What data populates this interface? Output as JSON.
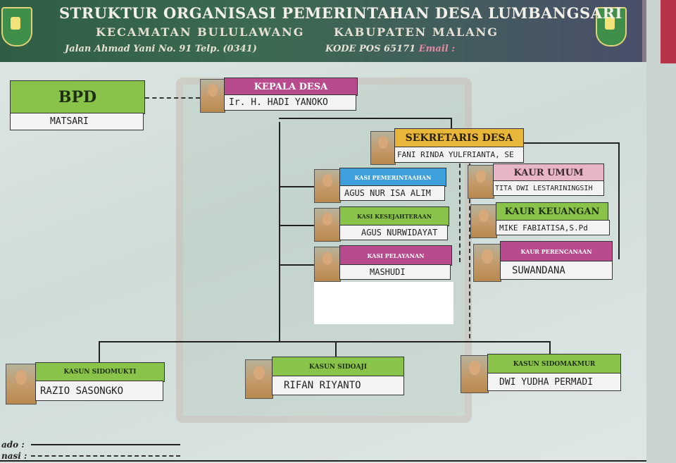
{
  "header": {
    "title": "STRUKTUR ORGANISASI PEMERINTAHAN  DESA LUMBANGSARI",
    "kecamatan": "KECAMATAN BULULAWANG",
    "kabupaten": "KABUPATEN MALANG",
    "address": "Jalan  Ahmad Yani No. 91  Telp.  (0341)",
    "kodepos": "KODE POS  65171",
    "email": "Email :"
  },
  "org": {
    "bpd": {
      "role": "BPD",
      "name": "MATSARI"
    },
    "kepala_desa": {
      "role": "KEPALA DESA",
      "name": "Ir. H. HADI YANOKO"
    },
    "sekretaris": {
      "role": "SEKRETARIS DESA",
      "name": "FANI RINDA YULFRIANTA, SE"
    },
    "kasi": [
      {
        "role": "KASI PEMERINTAAHAN",
        "name": "AGUS NUR ISA ALIM"
      },
      {
        "role": "KASI KESEJAHTERAAN",
        "name": "AGUS NURWIDAYAT"
      },
      {
        "role": "KASI PELAYANAN",
        "name": "MASHUDI"
      }
    ],
    "kaur": [
      {
        "role": "KAUR UMUM",
        "name": "TITA DWI LESTARININGSIH"
      },
      {
        "role": "KAUR KEUANGAN",
        "name": "MIKE FABIATISA,S.Pd"
      },
      {
        "role": "KAUR PERENCANAAN",
        "name": "SUWANDANA"
      }
    ],
    "kasun": [
      {
        "role": "KASUN SIDOMUKTI",
        "name": "RAZIO SASONGKO"
      },
      {
        "role": "KASUN SIDOAJI",
        "name": "RIFAN  RIYANTO"
      },
      {
        "role": "KASUN SIDOMAKMUR",
        "name": "DWI YUDHA PERMADI"
      }
    ]
  },
  "footer": {
    "label1": "ado  :",
    "label2": "nasi :"
  },
  "colors": {
    "header_green": "#2f5e44",
    "role_green": "#8ac34a",
    "role_magenta": "#b84a8e",
    "role_orange": "#e8b73a",
    "role_blue": "#3da0dc",
    "role_pink": "#e8b5c8"
  }
}
